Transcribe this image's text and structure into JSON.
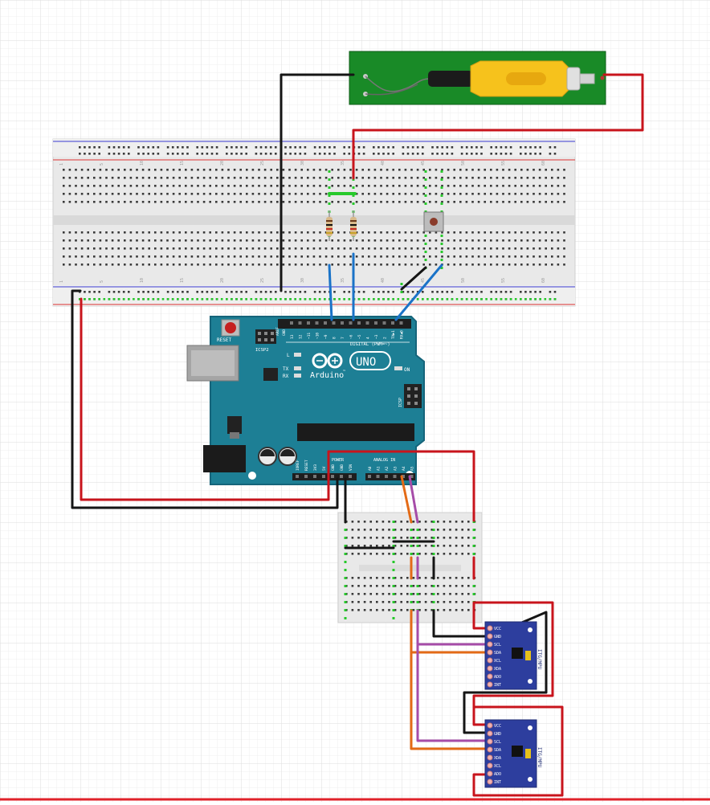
{
  "colors": {
    "grid_minor": "#eeeeee",
    "grid_major": "#dcdcdc",
    "arduino_board": "#1d7f95",
    "arduino_edge": "#15647a",
    "rca_board": "#198a27",
    "rca_plug": "#f6c21c",
    "mpu_board": "#2d3e9e",
    "wire_red": "#c8141c",
    "wire_black": "#151515",
    "wire_blue": "#1a73c8",
    "wire_orange": "#e36a16",
    "wire_purple": "#a64ca8",
    "wire_green": "#27c92b",
    "breadboard": "#e8e8e8",
    "bottom_line": "#e0222a"
  },
  "arduino": {
    "logo_text": "Arduino",
    "logo_tm": "™",
    "model": "UNO",
    "on_label": "ON",
    "reset_label": "RESET",
    "icsp2_label": "ICSP2",
    "icsp_label": "ICSP",
    "l_label": "L",
    "tx_label": "TX",
    "rx_label": "RX",
    "aref_label": "AREF",
    "gnd_top_label": "GND",
    "digital_label": "DIGITAL (PWM=~)",
    "digital_pins": [
      "13",
      "12",
      "~11",
      "~10",
      "~9",
      "8",
      "7",
      "~6",
      "~5",
      "4",
      "~3",
      "2",
      "TX▶1",
      "RX◀0"
    ],
    "power_label": "POWER",
    "power_pins": [
      "IOREF",
      "RESET",
      "3V3",
      "5V",
      "GND",
      "GND",
      "VIN"
    ],
    "analog_label": "ANALOG IN",
    "analog_pins": [
      "A0",
      "A1",
      "A2",
      "A3",
      "A4",
      "A5"
    ]
  },
  "breadboard": {
    "column_numbers": [
      "1",
      "5",
      "10",
      "15",
      "20",
      "25",
      "30",
      "35",
      "40",
      "45",
      "50",
      "55",
      "60"
    ]
  },
  "mpu_top": {
    "pins": [
      "VCC",
      "GND",
      "SCL",
      "SDA",
      "XCL",
      "XDA",
      "ADO",
      "INT"
    ],
    "label": "ITG/MPU"
  },
  "mpu_bottom": {
    "pins": [
      "VCC",
      "GND",
      "SCL",
      "SDA",
      "XDA",
      "XCL",
      "ADO",
      "INT"
    ],
    "label": "ITG/MPU"
  },
  "icons": {
    "reset_button": "red-pushbutton-icon",
    "push_button": "tactile-pushbutton-icon",
    "rca_connector": "rca-jack-icon"
  }
}
